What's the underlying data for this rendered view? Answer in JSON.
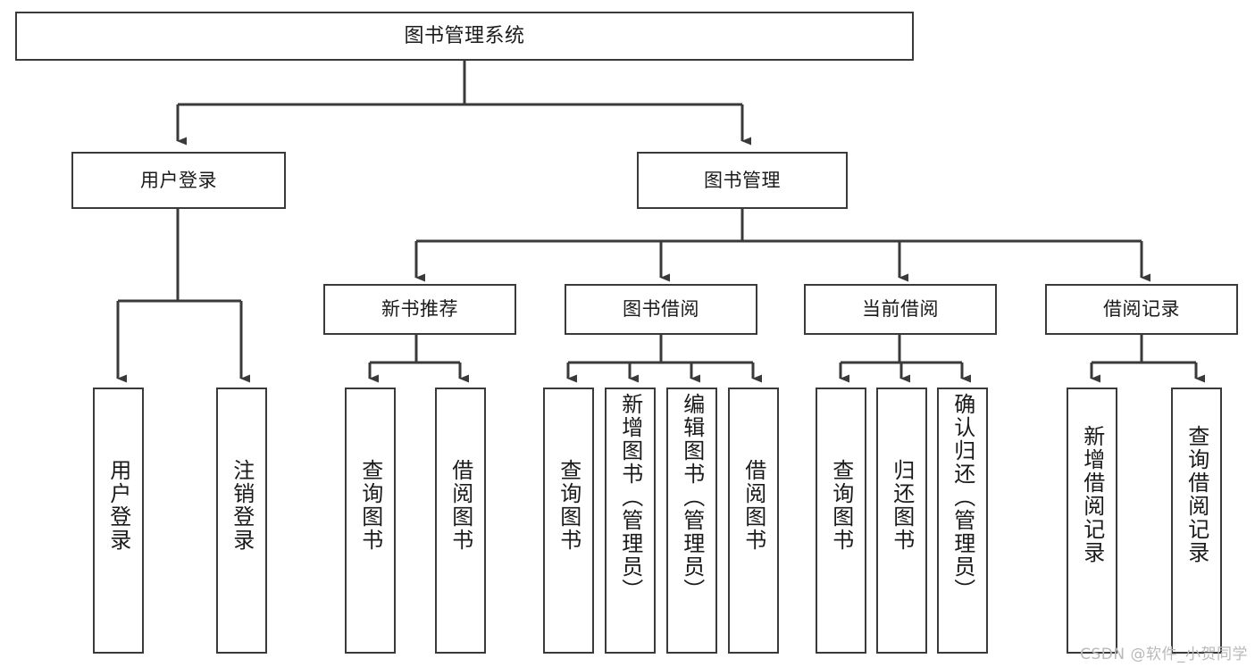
{
  "diagram": {
    "title": "图书管理系统",
    "type": "hierarchy-tree",
    "levels": 4,
    "root": {
      "id": "root",
      "label": "图书管理系统",
      "orientation": "horizontal"
    },
    "level2": [
      {
        "id": "user-login",
        "label": "用户登录",
        "orientation": "horizontal"
      },
      {
        "id": "book-manage",
        "label": "图书管理",
        "orientation": "horizontal"
      }
    ],
    "level3": [
      {
        "id": "new-book-recommend",
        "label": "新书推荐",
        "orientation": "horizontal",
        "parent": "book-manage"
      },
      {
        "id": "book-borrow",
        "label": "图书借阅",
        "orientation": "horizontal",
        "parent": "book-manage"
      },
      {
        "id": "current-borrow",
        "label": "当前借阅",
        "orientation": "horizontal",
        "parent": "book-manage"
      },
      {
        "id": "borrow-record",
        "label": "借阅记录",
        "orientation": "horizontal",
        "parent": "book-manage"
      }
    ],
    "leaves": [
      {
        "id": "leaf-user-login",
        "label": "用户登录",
        "parent": "user-login"
      },
      {
        "id": "leaf-user-logout",
        "label": "注销登录",
        "parent": "user-login"
      },
      {
        "id": "leaf-query-book-1",
        "label": "查询图书",
        "parent": "new-book-recommend"
      },
      {
        "id": "leaf-borrow-book-1",
        "label": "借阅图书",
        "parent": "new-book-recommend"
      },
      {
        "id": "leaf-query-book-2",
        "label": "查询图书",
        "parent": "book-borrow"
      },
      {
        "id": "leaf-add-book",
        "label": "新增图书（管理员）",
        "parent": "book-borrow"
      },
      {
        "id": "leaf-edit-book",
        "label": "编辑图书（管理员）",
        "parent": "book-borrow"
      },
      {
        "id": "leaf-borrow-book-2",
        "label": "借阅图书",
        "parent": "book-borrow"
      },
      {
        "id": "leaf-query-book-3",
        "label": "查询图书",
        "parent": "current-borrow"
      },
      {
        "id": "leaf-return-book",
        "label": "归还图书",
        "parent": "current-borrow"
      },
      {
        "id": "leaf-confirm-return",
        "label": "确认归还（管理员）",
        "parent": "current-borrow"
      },
      {
        "id": "leaf-add-record",
        "label": "新增借阅记录",
        "parent": "borrow-record"
      },
      {
        "id": "leaf-query-record",
        "label": "查询借阅记录",
        "parent": "borrow-record"
      }
    ],
    "colors": {
      "stroke": "#3a3a3a",
      "fill": "#ffffff",
      "text": "#1a1a1a",
      "watermark": "#b9b9b9"
    }
  },
  "watermark": {
    "text": "CSDN @软件_小贺同学"
  }
}
